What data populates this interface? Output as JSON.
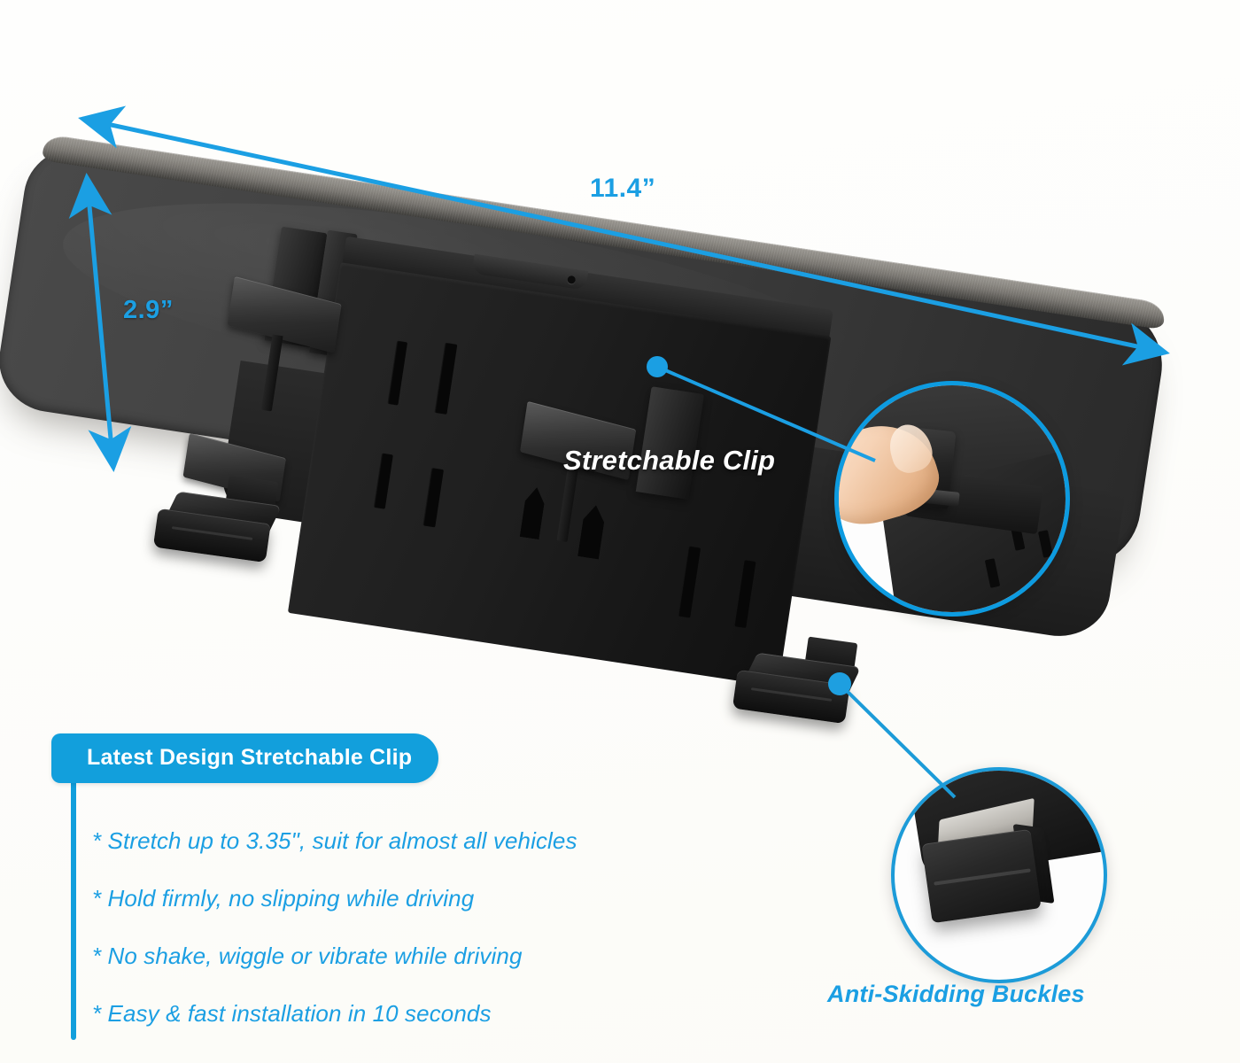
{
  "product": {
    "type": "rear-view-mirror-infographic",
    "dimensions": {
      "width_label": "11.4”",
      "height_label": "2.9”"
    }
  },
  "callouts": {
    "stretchable_clip": "Stretchable Clip",
    "anti_skidding_buckles": "Anti-Skidding Buckles"
  },
  "feature_card": {
    "badge_label": "Latest Design Stretchable Clip",
    "bullets": [
      "* Stretch up to 3.35\", suit for almost all vehicles",
      "* Hold firmly, no slipping while driving",
      "* No shake, wiggle or vibrate while driving",
      "* Easy & fast installation in 10 seconds"
    ]
  },
  "magnifiers": {
    "top": {
      "name": "finger-pressing-stretchable-clip-closeup"
    },
    "bottom": {
      "name": "anti-skidding-buckle-closeup"
    }
  },
  "colors": {
    "accent_blue": "#1B9FE3",
    "badge_blue": "#129FDC",
    "ring_blue": "#0D9BE0",
    "background": "#FEFEFD",
    "mirror_body": "#3A3A3A",
    "hardware_black": "#1A1A1A"
  }
}
